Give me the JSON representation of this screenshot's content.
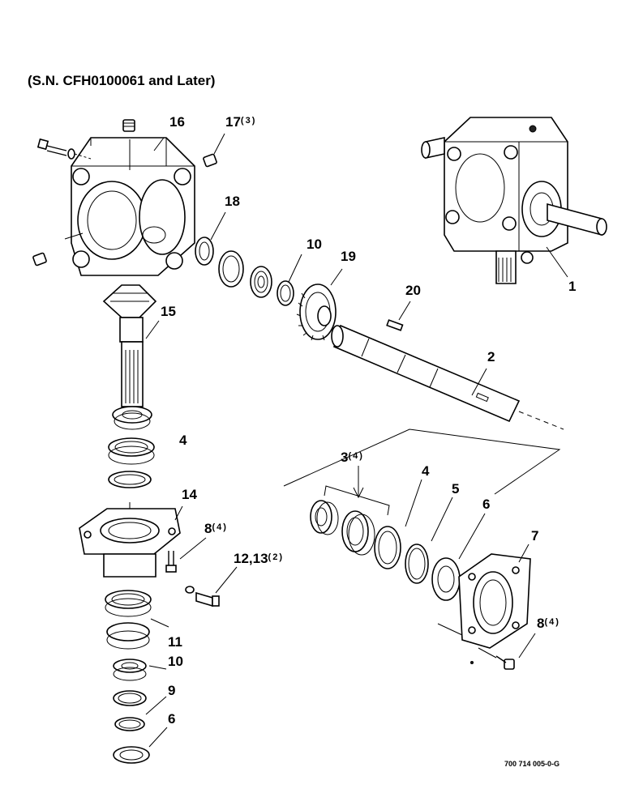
{
  "title": "(S.N. CFH0100061 and Later)",
  "document_id": "700 714 005-0-G",
  "callouts": [
    {
      "id": "16",
      "number": "16",
      "qty": ""
    },
    {
      "id": "17",
      "number": "17",
      "qty": "(3)"
    },
    {
      "id": "18",
      "number": "18",
      "qty": ""
    },
    {
      "id": "10a",
      "number": "10",
      "qty": ""
    },
    {
      "id": "19",
      "number": "19",
      "qty": ""
    },
    {
      "id": "1",
      "number": "1",
      "qty": ""
    },
    {
      "id": "20",
      "number": "20",
      "qty": ""
    },
    {
      "id": "15",
      "number": "15",
      "qty": ""
    },
    {
      "id": "2",
      "number": "2",
      "qty": ""
    },
    {
      "id": "3",
      "number": "3",
      "qty": "(4)"
    },
    {
      "id": "4a",
      "number": "4",
      "qty": ""
    },
    {
      "id": "4b",
      "number": "4",
      "qty": ""
    },
    {
      "id": "5",
      "number": "5",
      "qty": ""
    },
    {
      "id": "6a",
      "number": "6",
      "qty": ""
    },
    {
      "id": "7",
      "number": "7",
      "qty": ""
    },
    {
      "id": "14",
      "number": "14",
      "qty": ""
    },
    {
      "id": "8a",
      "number": "8",
      "qty": "(4)"
    },
    {
      "id": "12",
      "number": "12,13",
      "qty": "(2)"
    },
    {
      "id": "8b",
      "number": "8",
      "qty": "(4)"
    },
    {
      "id": "11",
      "number": "11",
      "qty": ""
    },
    {
      "id": "10b",
      "number": "10",
      "qty": ""
    },
    {
      "id": "9",
      "number": "9",
      "qty": ""
    },
    {
      "id": "6b",
      "number": "6",
      "qty": ""
    }
  ]
}
